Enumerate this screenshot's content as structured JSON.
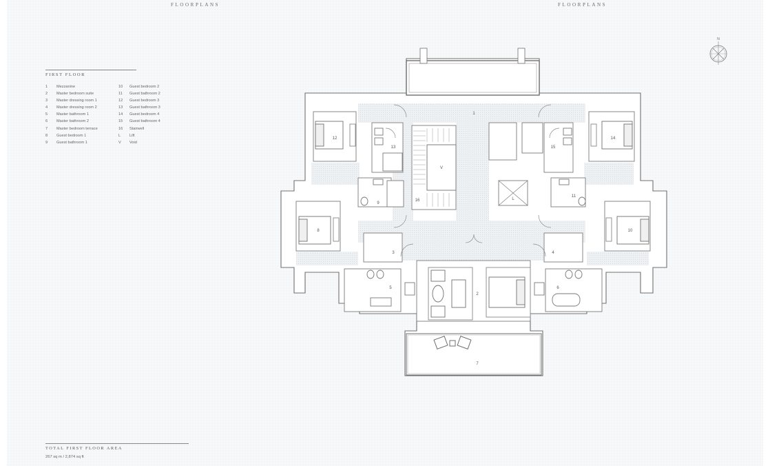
{
  "header": {
    "left_label": "FLOORPLANS",
    "right_label": "FLOORPLANS"
  },
  "legend": {
    "title": "FIRST FLOOR",
    "items": [
      {
        "key": "1",
        "label": "Mezzanine"
      },
      {
        "key": "2",
        "label": "Master bedroom suite"
      },
      {
        "key": "3",
        "label": "Master dressing room 1"
      },
      {
        "key": "4",
        "label": "Master dressing room 2"
      },
      {
        "key": "5",
        "label": "Master bathroom 1"
      },
      {
        "key": "6",
        "label": "Master bathroom 2"
      },
      {
        "key": "7",
        "label": "Master bedroom terrace"
      },
      {
        "key": "8",
        "label": "Guest bedroom 1"
      },
      {
        "key": "9",
        "label": "Guest bathroom 1"
      },
      {
        "key": "10",
        "label": "Guest bedroom 2"
      },
      {
        "key": "11",
        "label": "Guest bathroom 2"
      },
      {
        "key": "12",
        "label": "Guest bedroom 3"
      },
      {
        "key": "13",
        "label": "Guest bathroom 3"
      },
      {
        "key": "14",
        "label": "Guest bedroom 4"
      },
      {
        "key": "15",
        "label": "Guest bathroom 4"
      },
      {
        "key": "16",
        "label": "Stairwell"
      },
      {
        "key": "L",
        "label": "Lift"
      },
      {
        "key": "V",
        "label": "Void"
      }
    ]
  },
  "total": {
    "title": "TOTAL FIRST FLOOR AREA",
    "value": "267 sq m / 2,874 sq ft"
  },
  "compass": {
    "north_label": "N"
  },
  "plan_labels": {
    "mezzanine": "1",
    "master_suite": "2",
    "dressing_1": "3",
    "dressing_2": "4",
    "bathroom_1": "5",
    "bathroom_2": "6",
    "terrace": "7",
    "guest_bed_1": "8",
    "guest_bath_1": "9",
    "guest_bed_2": "10",
    "guest_bath_2": "11",
    "guest_bed_3": "12",
    "guest_bath_3": "13",
    "guest_bed_4": "14",
    "guest_bath_4": "15",
    "stairwell": "16",
    "lift": "L",
    "void": "V"
  }
}
